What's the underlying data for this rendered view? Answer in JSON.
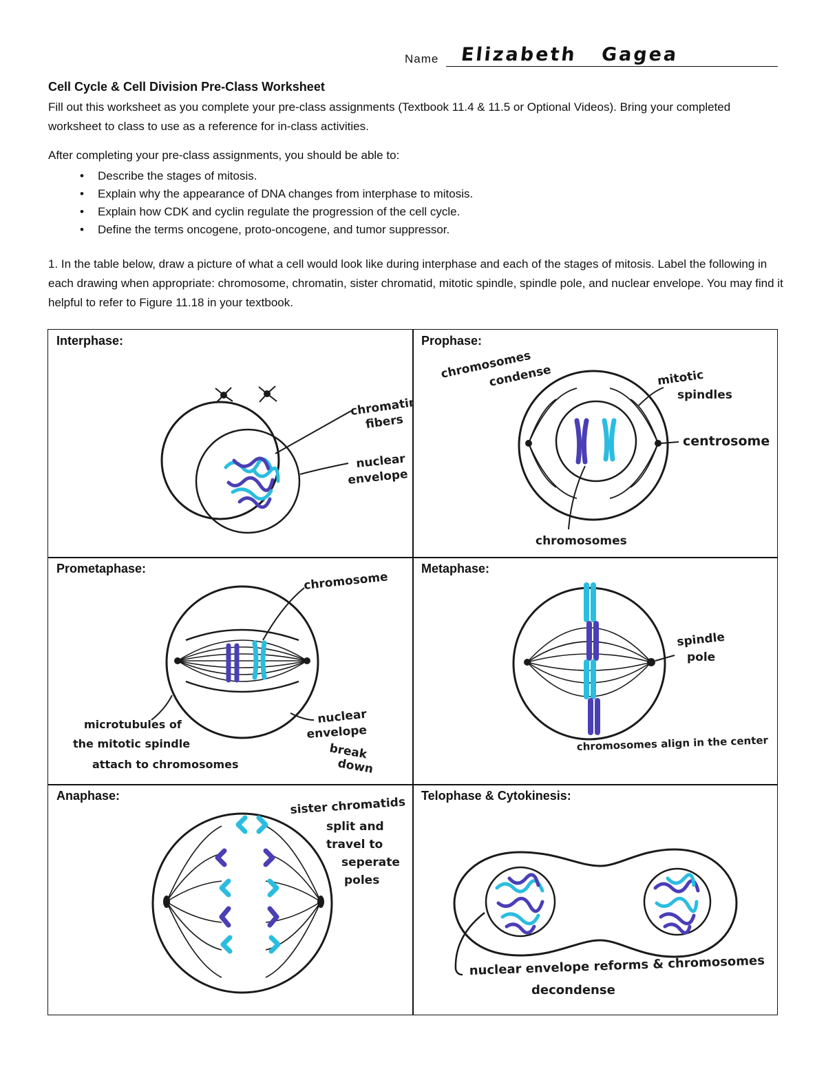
{
  "header": {
    "name_label": "Name",
    "name_value": "Elizabeth Gagea"
  },
  "worksheet": {
    "title": "Cell Cycle & Cell Division Pre-Class Worksheet",
    "intro": "Fill out this worksheet as you complete your pre-class assignments (Textbook 11.4 & 11.5 or Optional Videos). Bring your completed worksheet to class to use as a reference for in-class activities.",
    "objectives_intro": "After completing your pre-class assignments, you should be able to:",
    "objectives": [
      "Describe the stages of mitosis.",
      "Explain why the appearance of DNA changes from interphase to mitosis.",
      "Explain how CDK and cyclin regulate the progression of the cell cycle.",
      "Define the terms oncogene, proto-oncogene, and tumor suppressor."
    ],
    "question": "1. In the table below, draw a picture of what a cell would look like during interphase and each of the stages of mitosis. Label the following in each drawing when appropriate: chromosome, chromatin, sister chromatid, mitotic spindle, spindle pole, and nuclear envelope. You may find it helpful to refer to Figure 11.18 in your textbook."
  },
  "stages": [
    {
      "label": "Interphase:",
      "annotations": [
        "chromatin",
        "fibers",
        "nuclear",
        "envelope"
      ]
    },
    {
      "label": "Prophase:",
      "annotations": [
        "chromosomes",
        "condense",
        "mitotic",
        "spindles",
        "centrosome",
        "chromosomes"
      ]
    },
    {
      "label": "Prometaphase:",
      "annotations": [
        "chromosome",
        "microtubules of",
        "the mitotic spindle",
        "attach to chromosomes",
        "nuclear",
        "envelope",
        "break",
        "down"
      ]
    },
    {
      "label": "Metaphase:",
      "annotations": [
        "spindle",
        "pole",
        "chromosomes align in the center"
      ]
    },
    {
      "label": "Anaphase:",
      "annotations": [
        "sister chromatids",
        "split and",
        "travel to",
        "seperate",
        "poles"
      ]
    },
    {
      "label": "Telophase & Cytokinesis:",
      "annotations": [
        "nuclear envelope reforms & chromosomes",
        "decondense"
      ]
    }
  ],
  "colors": {
    "ink": "#1a1a1a",
    "chromosome_dark": "#4a3fb5",
    "chromosome_light": "#2bbde0"
  }
}
